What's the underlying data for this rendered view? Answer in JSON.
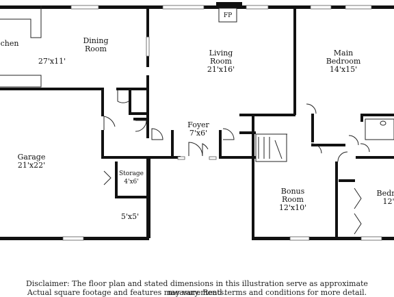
{
  "rooms": {
    "kitchen": {
      "name": "chen"
    },
    "dining": {
      "name_line1": "Dining",
      "name_line2": "Room",
      "dims": "27'x11'"
    },
    "living": {
      "name_line1": "Living",
      "name_line2": "Room",
      "dims": "21'x16'"
    },
    "main_bedroom": {
      "name_line1": "Main",
      "name_line2": "Bedroom",
      "dims": "14'x15'"
    },
    "garage": {
      "name": "Garage",
      "dims": "21'x22'"
    },
    "foyer": {
      "name": "Foyer",
      "dims": "7'x6'"
    },
    "storage": {
      "name": "Storage",
      "dims": "4'x6'"
    },
    "small_room": {
      "dims": "5'x5'"
    },
    "bonus": {
      "name_line1": "Bonus",
      "name_line2": "Room",
      "dims": "12'x10'"
    },
    "bedroom2": {
      "name": "Bedr",
      "dims": "12'"
    }
  },
  "fireplace": {
    "label": "FP"
  },
  "disclaimer": {
    "line1": "Disclaimer: The floor plan and stated dimensions in this illustration serve as approximate measurements.",
    "line2": "Actual square footage and features may vary. Read terms and conditions for more detail."
  }
}
